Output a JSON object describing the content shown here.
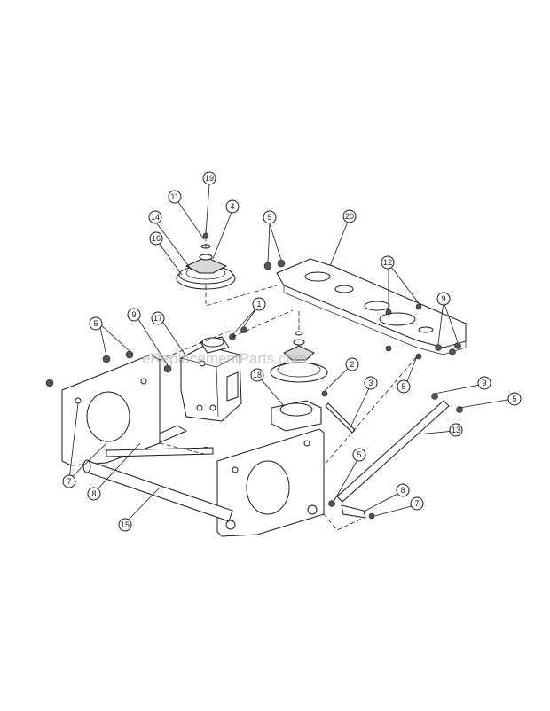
{
  "watermark": "eReplacementParts.com",
  "callouts": [
    {
      "id": "c19a",
      "label": "19"
    },
    {
      "id": "c11",
      "label": "11"
    },
    {
      "id": "c4",
      "label": "4"
    },
    {
      "id": "c14",
      "label": "14"
    },
    {
      "id": "c16",
      "label": "16"
    },
    {
      "id": "c5a",
      "label": "5"
    },
    {
      "id": "c20",
      "label": "20"
    },
    {
      "id": "c12",
      "label": "12"
    },
    {
      "id": "c9a",
      "label": "9"
    },
    {
      "id": "c5b",
      "label": "5"
    },
    {
      "id": "c9b",
      "label": "9"
    },
    {
      "id": "c17",
      "label": "17"
    },
    {
      "id": "c1",
      "label": "1"
    },
    {
      "id": "c5c",
      "label": "5"
    },
    {
      "id": "c2",
      "label": "2"
    },
    {
      "id": "c18",
      "label": "18"
    },
    {
      "id": "c3",
      "label": "3"
    },
    {
      "id": "c9c",
      "label": "9"
    },
    {
      "id": "c5d",
      "label": "5"
    },
    {
      "id": "c13",
      "label": "13"
    },
    {
      "id": "c7a",
      "label": "7"
    },
    {
      "id": "c8a",
      "label": "8"
    },
    {
      "id": "c15",
      "label": "15"
    },
    {
      "id": "c5e",
      "label": "5"
    },
    {
      "id": "c8b",
      "label": "8"
    },
    {
      "id": "c7b",
      "label": "7"
    }
  ]
}
